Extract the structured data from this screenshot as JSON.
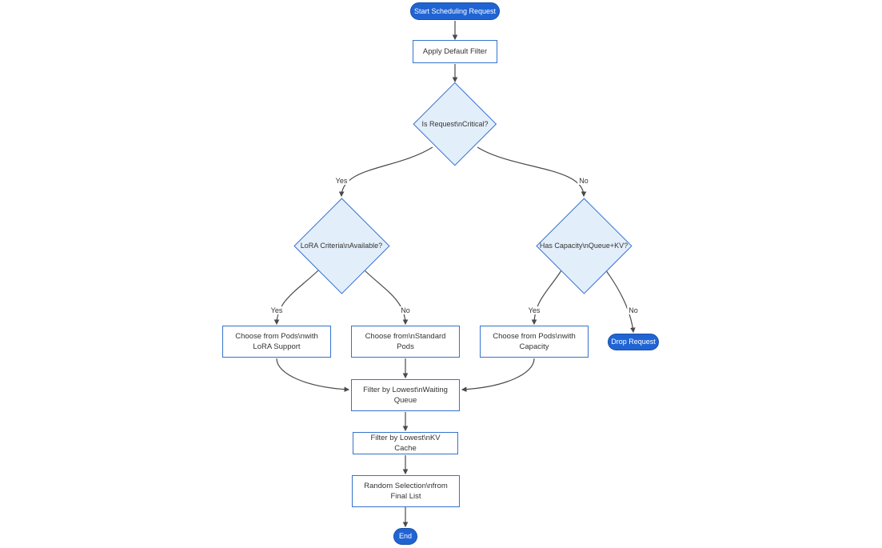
{
  "diagram": {
    "type": "flowchart",
    "nodes": {
      "start": "Start Scheduling Request",
      "apply_filter": "Apply Default Filter",
      "is_critical": "Is Request\\nCritical?",
      "lora_available": "LoRA Criteria\\nAvailable?",
      "has_capacity": "Has Capacity\\nQueue+KV?",
      "choose_lora": "Choose from Pods\\nwith LoRA Support",
      "choose_standard": "Choose from\\nStandard Pods",
      "choose_capacity": "Choose from Pods\\nwith Capacity",
      "drop_request": "Drop Request",
      "filter_queue": "Filter by Lowest\\nWaiting Queue",
      "filter_kv": "Filter by Lowest\\nKV Cache",
      "random_selection": "Random Selection\\nfrom Final List",
      "end": "End"
    },
    "edge_labels": {
      "critical_yes": "Yes",
      "critical_no": "No",
      "lora_yes": "Yes",
      "lora_no": "No",
      "capacity_yes": "Yes",
      "capacity_no": "No"
    },
    "edges": [
      {
        "from": "start",
        "to": "apply_filter",
        "label": ""
      },
      {
        "from": "apply_filter",
        "to": "is_critical",
        "label": ""
      },
      {
        "from": "is_critical",
        "to": "lora_available",
        "label": "Yes"
      },
      {
        "from": "is_critical",
        "to": "has_capacity",
        "label": "No"
      },
      {
        "from": "lora_available",
        "to": "choose_lora",
        "label": "Yes"
      },
      {
        "from": "lora_available",
        "to": "choose_standard",
        "label": "No"
      },
      {
        "from": "has_capacity",
        "to": "choose_capacity",
        "label": "Yes"
      },
      {
        "from": "has_capacity",
        "to": "drop_request",
        "label": "No"
      },
      {
        "from": "choose_lora",
        "to": "filter_queue",
        "label": ""
      },
      {
        "from": "choose_standard",
        "to": "filter_queue",
        "label": ""
      },
      {
        "from": "choose_capacity",
        "to": "filter_queue",
        "label": ""
      },
      {
        "from": "filter_queue",
        "to": "filter_kv",
        "label": ""
      },
      {
        "from": "filter_kv",
        "to": "random_selection",
        "label": ""
      },
      {
        "from": "random_selection",
        "to": "end",
        "label": ""
      }
    ],
    "colors": {
      "terminal-fill": "#2064d4",
      "terminal-stroke": "#1b4fa8",
      "terminal-text": "#ffffff",
      "node-fill": "#ffffff",
      "node-border": "#3673cc",
      "decision-fill": "#e3eefb",
      "edge-color": "#4a4a4a",
      "text-color": "#333333"
    }
  }
}
